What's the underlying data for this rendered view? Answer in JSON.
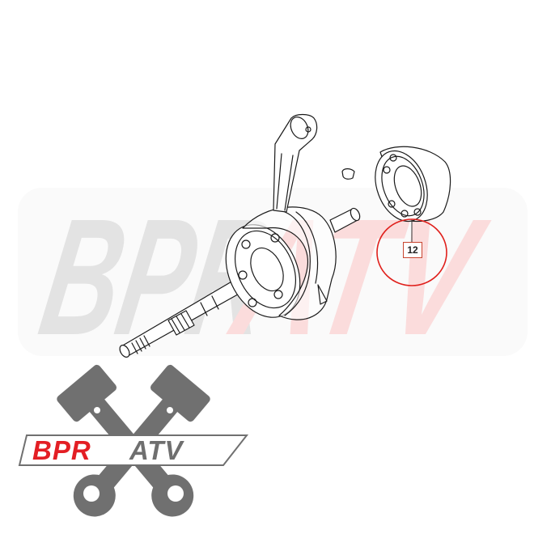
{
  "diagram": {
    "subject": "crankshaft assembly exploded view",
    "parts": [
      {
        "name": "crankshaft",
        "label": ""
      },
      {
        "name": "connecting-rod",
        "label": ""
      },
      {
        "name": "woodruff-key",
        "label": ""
      },
      {
        "name": "crankshaft-bearing",
        "label": "12"
      }
    ],
    "callout": {
      "number": "12",
      "circle_color": "#e0201c",
      "box_color": "#c8452f"
    }
  },
  "watermark": {
    "text": "BPRATV",
    "part1": "BPR",
    "part2": "ATV",
    "part1_color": "#e2e2e2",
    "part2_color": "#fbdede"
  },
  "logo": {
    "part1": "BPR",
    "part2": "ATV",
    "red": "#e31e24",
    "gray": "#6f6f6f"
  }
}
